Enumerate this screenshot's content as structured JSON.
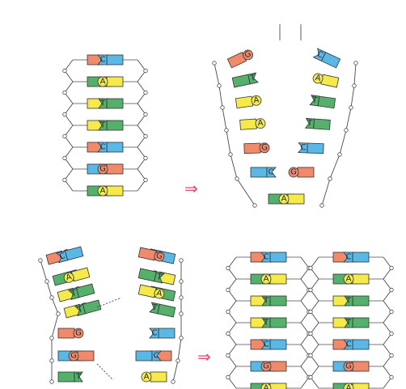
{
  "colors": {
    "A": "#f5ea4a",
    "T": "#54b06a",
    "G": "#f08a6a",
    "C": "#5ab8e6",
    "backbone": "#4a4a4a",
    "arrow": "#e0457b"
  },
  "arrow_symbol": "⇒",
  "panels": {
    "original": {
      "pairs": [
        [
          "G",
          "C"
        ],
        [
          "T",
          "A"
        ],
        [
          "A",
          "T"
        ],
        [
          "A",
          "T"
        ],
        [
          "G",
          "C"
        ],
        [
          "C",
          "G"
        ],
        [
          "T",
          "A"
        ]
      ]
    },
    "unwinding": {
      "left_strand": [
        "G",
        "T",
        "A",
        "A",
        "G",
        "C",
        "T"
      ],
      "right_strand": [
        "C",
        "A",
        "T",
        "T",
        "C",
        "G",
        "A"
      ]
    },
    "replicating": {
      "left_pairs": [
        [
          "G",
          "C"
        ],
        [
          "T",
          "A"
        ],
        [
          "A",
          "T"
        ],
        [
          "A",
          "T"
        ],
        [
          "G",
          ""
        ],
        [
          "C",
          "G"
        ],
        [
          "T",
          ""
        ]
      ],
      "right_pairs": [
        [
          "C",
          "G"
        ],
        [
          "A",
          "T"
        ],
        [
          "T",
          "A"
        ],
        [
          "T",
          ""
        ],
        [
          "C",
          ""
        ],
        [
          "G",
          "C"
        ],
        [
          "A",
          ""
        ]
      ]
    },
    "result": {
      "helix_1": [
        [
          "G",
          "C"
        ],
        [
          "T",
          "A"
        ],
        [
          "A",
          "T"
        ],
        [
          "A",
          "T"
        ],
        [
          "G",
          "C"
        ],
        [
          "C",
          "G"
        ],
        [
          "T",
          "A"
        ]
      ],
      "helix_2": [
        [
          "G",
          "C"
        ],
        [
          "T",
          "A"
        ],
        [
          "A",
          "T"
        ],
        [
          "A",
          "T"
        ],
        [
          "G",
          "C"
        ],
        [
          "C",
          "G"
        ],
        [
          "T",
          "A"
        ]
      ]
    }
  }
}
